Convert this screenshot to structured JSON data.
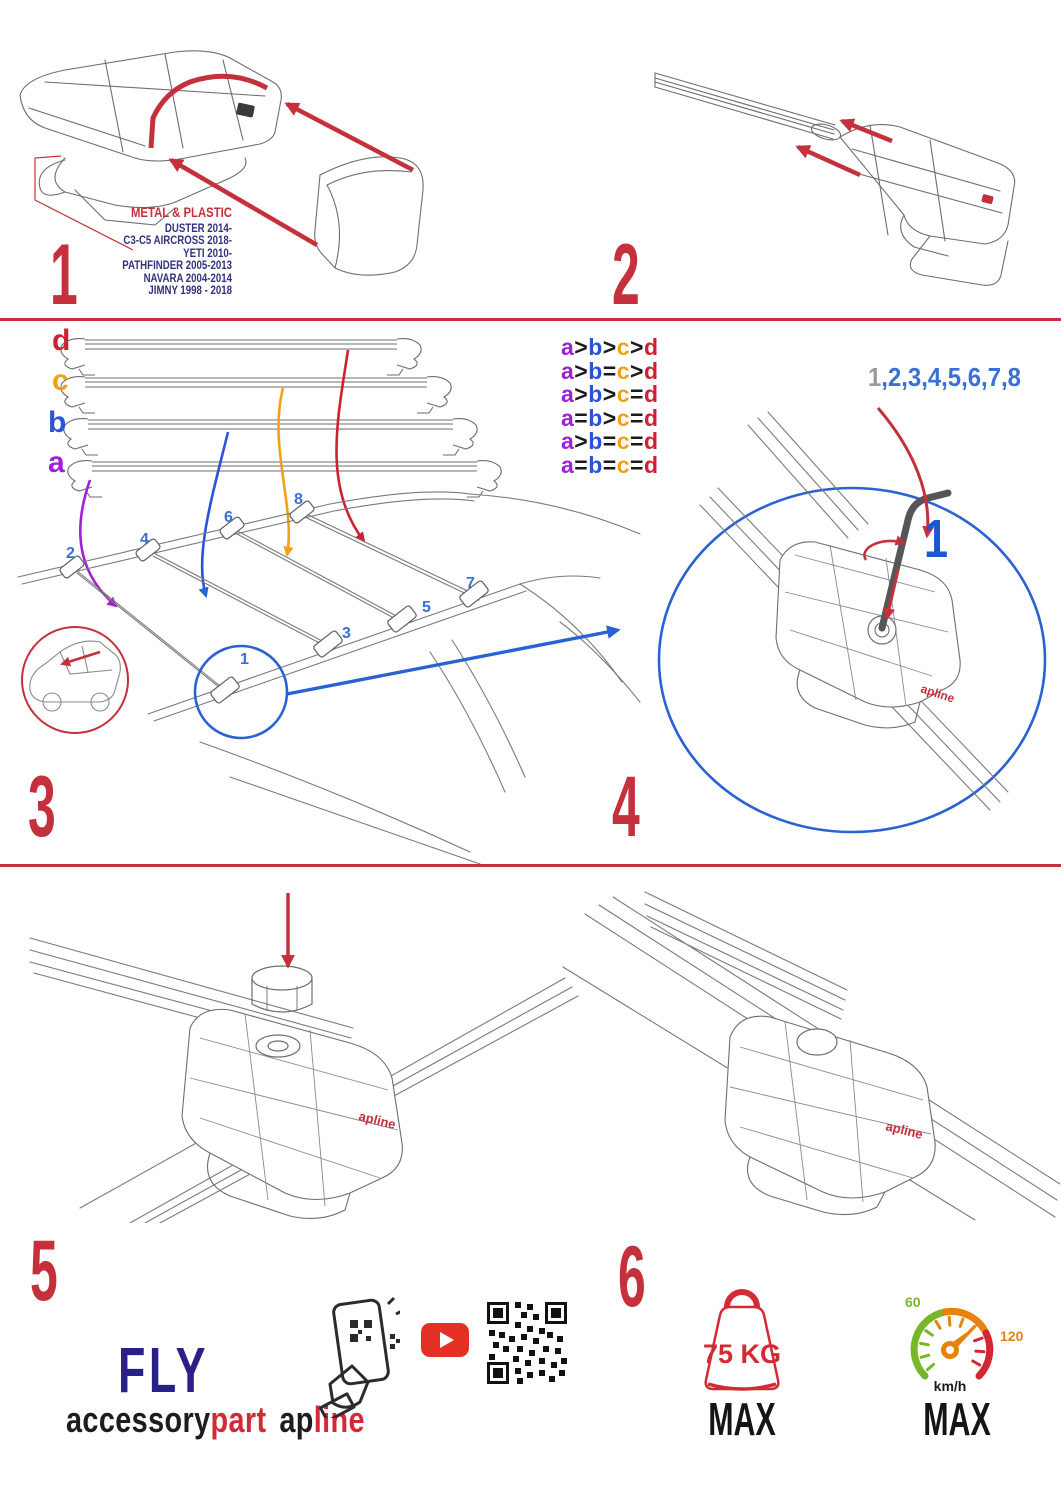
{
  "brand": "apline",
  "colors": {
    "accent_red": "#c4303b",
    "navy": "#32327e",
    "letter_a_purple": "#a11fd8",
    "letter_b_blue": "#2953d9",
    "letter_c_orange": "#f0a11a",
    "letter_d_red": "#ce2130",
    "position_blue": "#3b6fd8",
    "sequence_gray": "#9a9a9a",
    "youtube_red": "#e53125",
    "speed_green": "#76b82a",
    "speed_orange": "#e8820c",
    "speed_red": "#d22730"
  },
  "step1": {
    "number": "1",
    "material_label": "METAL & PLASTIC",
    "models": [
      "DUSTER 2014-",
      "C3-C5 AIRCROSS 2018-",
      "YETI 2010-",
      "PATHFINDER 2005-2013",
      "NAVARA 2004-2014",
      "JIMNY 1998 - 2018"
    ]
  },
  "step2": {
    "number": "2"
  },
  "step3": {
    "number": "3",
    "bar_labels": [
      "d",
      "c",
      "b",
      "a"
    ],
    "formulas": [
      "a>b>c>d",
      "a>b=c>d",
      "a>b>c=d",
      "a=b>c=d",
      "a>b=c=d",
      "a=b=c=d"
    ],
    "roof_positions": [
      "1",
      "2",
      "3",
      "4",
      "5",
      "6",
      "7",
      "8"
    ]
  },
  "step4": {
    "number": "4",
    "sequence_first": "1",
    "sequence_rest": ",2,3,4,5,6,7,8",
    "fastener_number": "1"
  },
  "step5": {
    "number": "5"
  },
  "step6": {
    "number": "6"
  },
  "footer": {
    "logo_fly": "FLY",
    "wm_black1": "accessory",
    "wm_red1": "part",
    "wm_black2": "ap",
    "wm_red2": "line",
    "weight_value": "75 KG",
    "weight_max": "MAX",
    "speed_min": "60",
    "speed_max_value": "120",
    "speed_unit": "km/h",
    "speed_max": "MAX"
  }
}
